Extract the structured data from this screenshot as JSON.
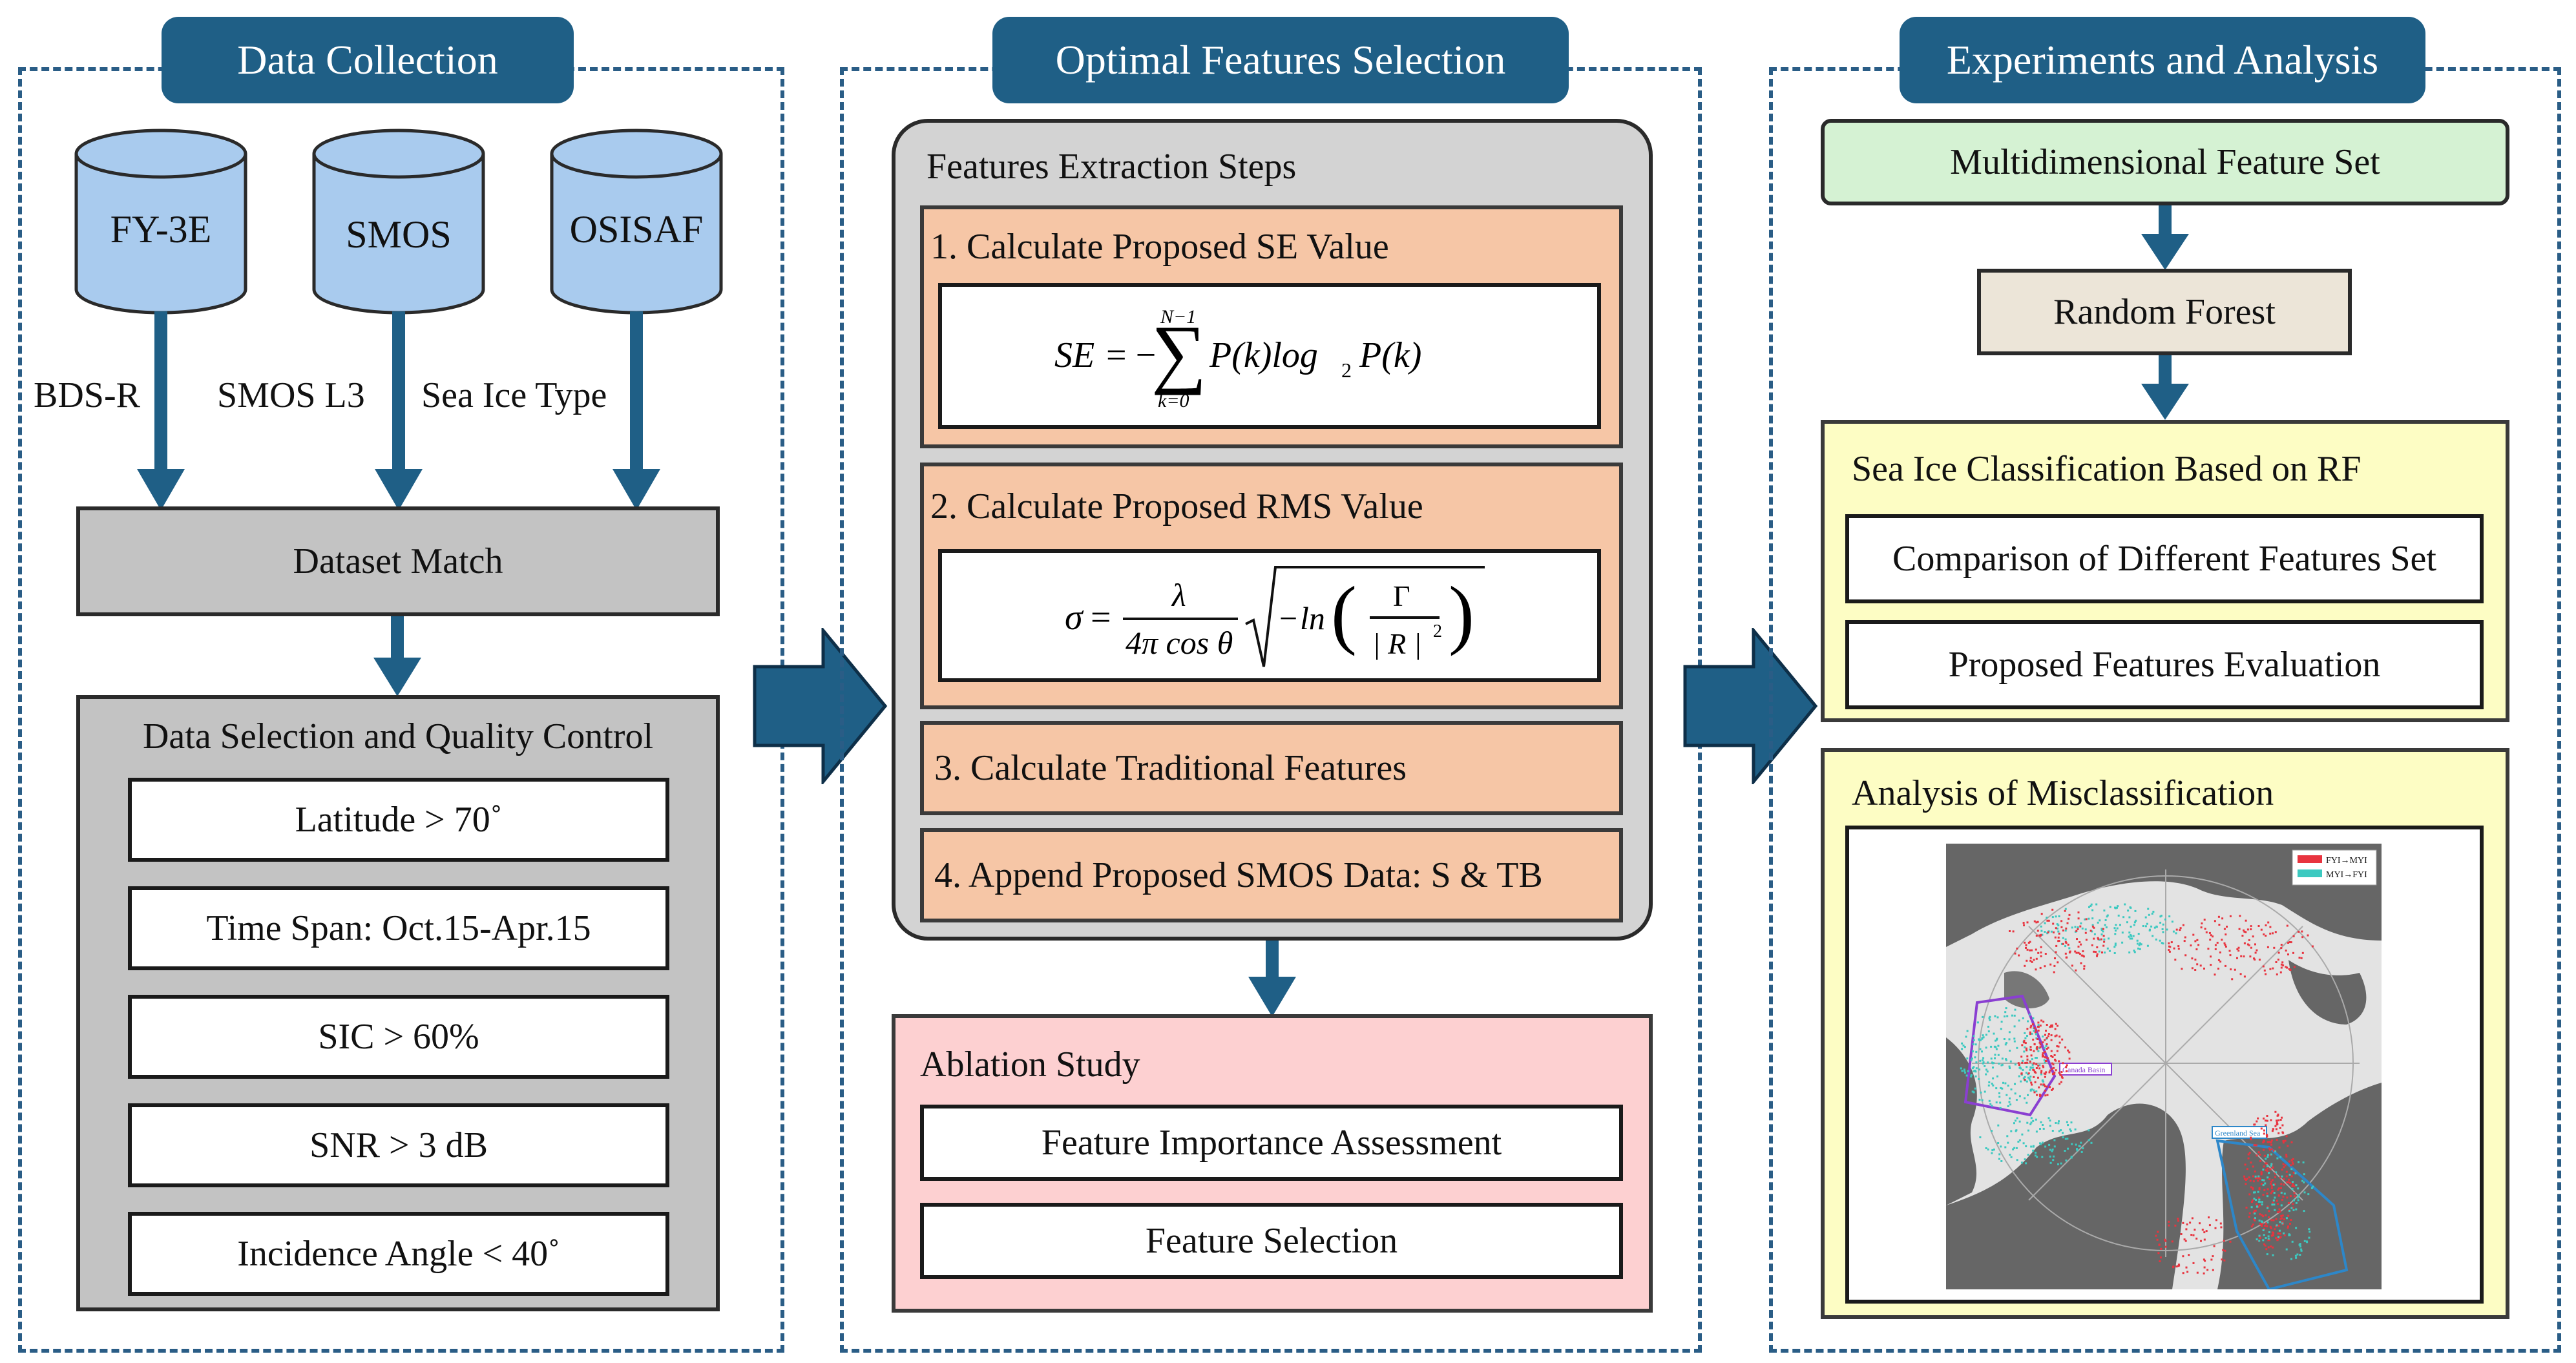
{
  "panels": {
    "collection": {
      "title": "Data Collection",
      "sources": [
        "FY-3E",
        "SMOS",
        "OSISAF"
      ],
      "arrow_labels": [
        "BDS-R",
        "SMOS L3",
        "Sea Ice Type"
      ],
      "match": "Dataset Match",
      "qc_title": "Data Selection and Quality Control",
      "qc_items": [
        "Latitude > 70˚",
        "Time Span: Oct.15-Apr.15",
        "SIC > 60%",
        "SNR > 3 dB",
        "Incidence Angle < 40˚"
      ]
    },
    "selection": {
      "title": "Optimal Features Selection",
      "steps_title": "Features Extraction Steps",
      "step1": "1. Calculate Proposed SE Value",
      "step2": "2. Calculate Proposed RMS Value",
      "step3": "3. Calculate Traditional Features",
      "step4": "4. Append Proposed SMOS Data: S & TB",
      "ablation_title": "Ablation Study",
      "ablation_items": [
        "Feature Importance Assessment",
        "Feature Selection"
      ]
    },
    "experiments": {
      "title": "Experiments and Analysis",
      "feature_set": "Multidimensional Feature Set",
      "rf": "Random Forest",
      "classif_title": "Sea Ice Classification Based on RF",
      "classif_items": [
        "Comparison of Different Features Set",
        "Proposed Features Evaluation"
      ],
      "analysis_title": "Analysis of Misclassification",
      "map": {
        "legend": [
          "FYI→MYI",
          "MYI→FYI"
        ],
        "region_labels": [
          "Canada Basin",
          "Greenland Sea"
        ]
      }
    }
  },
  "colors": {
    "accent": "#1f5f86",
    "misclass_fyi_myi": "#e8343f",
    "misclass_myi_fyi": "#3cc9c0"
  }
}
